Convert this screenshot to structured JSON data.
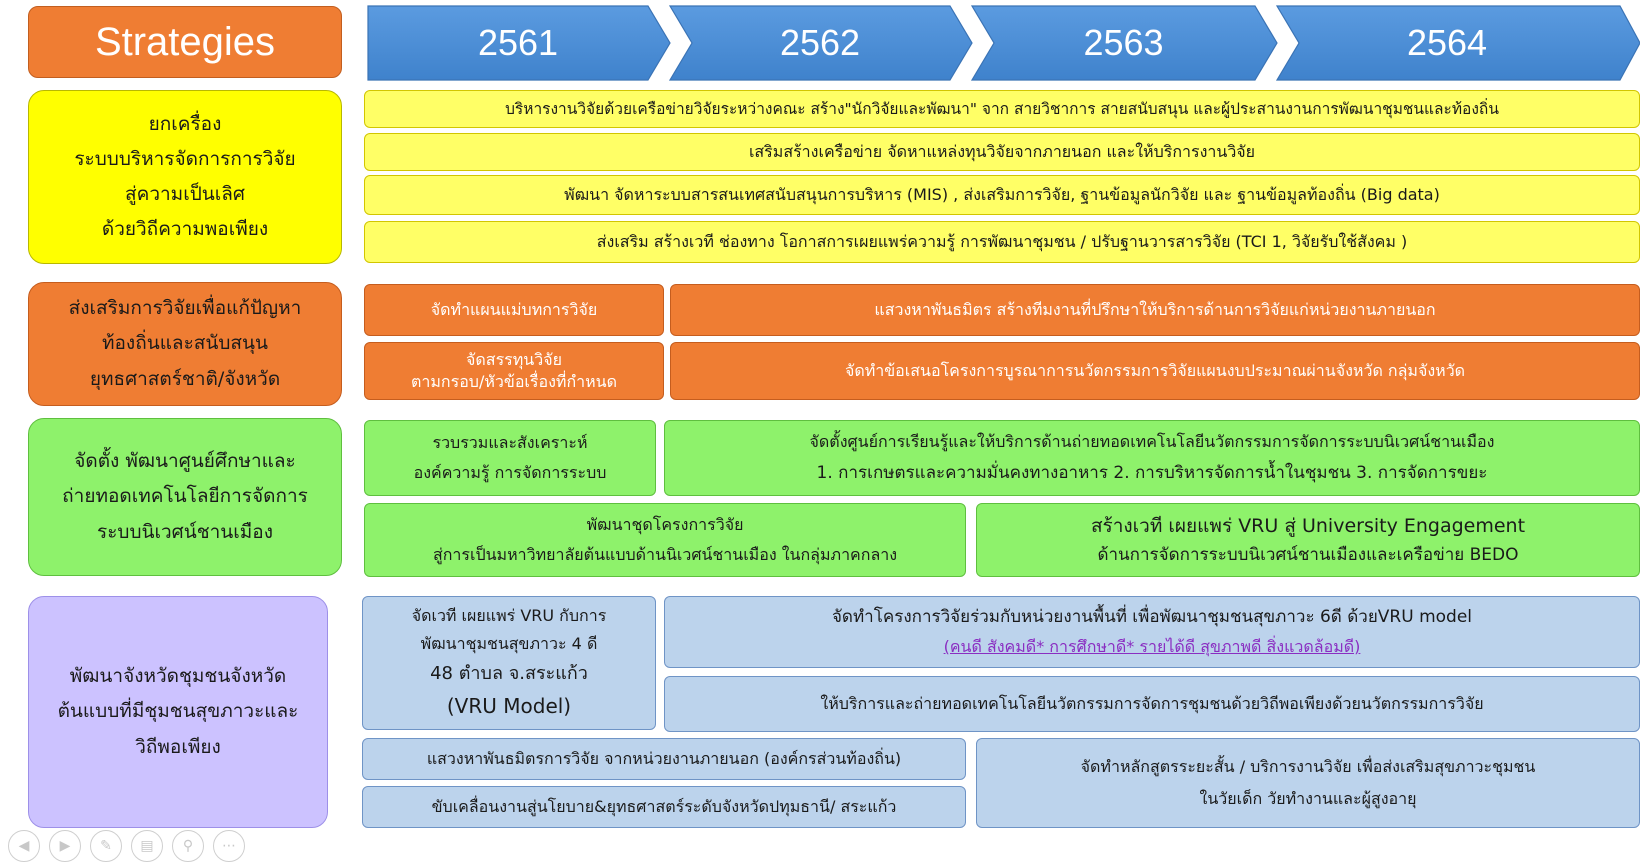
{
  "header": {
    "strategies_label": "Strategies",
    "years": [
      "2561",
      "2562",
      "2563",
      "2564"
    ],
    "arrow_color": "#4a8ed6",
    "header_color": "#ef7d33"
  },
  "row1": {
    "label_lines": [
      "ยกเครื่อง",
      "ระบบบริหารจัดการการวิจัย",
      "สู่ความเป็นเลิศ",
      "ด้วยวิถีความพอเพียง"
    ],
    "items": [
      "บริหารงานวิจัยด้วยเครือข่ายวิจัยระหว่างคณะ สร้าง\"นักวิจัยและพัฒนา\" จาก สายวิชาการ สายสนับสนุน และผู้ประสานงานการพัฒนาชุมชนและท้องถิ่น",
      "เสริมสร้างเครือข่าย จัดหาแหล่งทุนวิจัยจากภายนอก และให้บริการงานวิจัย",
      "พัฒนา จัดหาระบบสารสนเทศสนับสนุนการบริหาร (MIS) , ส่งเสริมการวิจัย, ฐานข้อมูลนักวิจัย และ ฐานข้อมูลท้องถิ่น (Big data)",
      "ส่งเสริม สร้างเวที ช่องทาง โอกาสการเผยแพร่ความรู้ การพัฒนาชุมชน / ปรับฐานวารสารวิจัย (TCI 1, วิจัยรับใช้สังคม )"
    ]
  },
  "row2": {
    "label_lines": [
      "ส่งเสริมการวิจัยเพื่อแก้ปัญหา",
      "ท้องถิ่นและสนับสนุน",
      "ยุทธศาสตร์ชาติ/จังหวัด"
    ],
    "left_top": "จัดทำแผนแม่บทการวิจัย",
    "left_bottom_lines": [
      "จัดสรรทุนวิจัย",
      "ตามกรอบ/หัวข้อเรื่องที่กำหนด"
    ],
    "right_top": "แสวงหาพันธมิตร สร้างทีมงานที่ปรึกษาให้บริการด้านการวิจัยแก่หน่วยงานภายนอก",
    "right_bottom": "จัดทำข้อเสนอโครงการบูรณาการนวัตกรรมการวิจัยแผนงบประมาณผ่านจังหวัด กลุ่มจังหวัด"
  },
  "row3": {
    "label_lines": [
      "จัดตั้ง พัฒนาศูนย์ศึกษาและ",
      "ถ่ายทอดเทคโนโลยีการจัดการ",
      "ระบบนิเวศน์ชานเมือง"
    ],
    "box_a_lines": [
      "รวบรวมและสังเคราะห์",
      "องค์ความรู้ การจัดการระบบ"
    ],
    "box_b_lines": [
      "จัดตั้งศูนย์การเรียนรู้และให้บริการด้านถ่ายทอดเทคโนโลยีนวัตกรรมการจัดการระบบนิเวศน์ชานเมือง",
      "1. การเกษตรและความมั่นคงทางอาหาร   2. การบริหารจัดการน้ำในชุมชน 3. การจัดการขยะ"
    ],
    "box_c_lines": [
      "พัฒนาชุดโครงการวิจัย",
      "สู่การเป็นมหาวิทยาลัยต้นแบบด้านนิเวศน์ชานเมือง ในกลุ่มภาคกลาง"
    ],
    "box_d_lines": [
      "สร้างเวที เผยแพร่ VRU สู่  University Engagement",
      "ด้านการจัดการระบบนิเวศน์ชานเมืองและเครือข่าย BEDO"
    ]
  },
  "row4": {
    "label_lines": [
      "พัฒนาจังหวัดชุมชนจังหวัด",
      "ต้นแบบที่มีชุมชนสุขภาวะและ",
      "วิถีพอเพียง"
    ],
    "box_a_lines": [
      "จัดเวที เผยแพร่ VRU กับการ",
      "พัฒนาชุมชนสุขภาวะ 4 ดี",
      "48 ตำบล จ.สระแก้ว",
      "(VRU Model)"
    ],
    "box_b_title": "จัดทำโครงการวิจัยร่วมกับหน่วยงานพื้นที่ เพื่อพัฒนาชุมชนสุขภาวะ 6ดี ด้วยVRU model",
    "box_b_sub": "(คนดี สังคมดี* การศึกษาดี* รายได้ดี สุขภาพดี สิ่งแวดล้อมดี)",
    "box_c": "ให้บริการและถ่ายทอดเทคโนโลยีนวัตกรรมการจัดการชุมชนด้วยวิถีพอเพียงด้วยนวัตกรรมการวิจัย",
    "box_d": "แสวงหาพันธมิตรการวิจัย จากหน่วยงานภายนอก (องค์กรส่วนท้องถิ่น)",
    "box_e": "ขับเคลื่อนงานสู่นโยบาย&ยุทธศาสตร์ระดับจังหวัดปทุมธานี/ สระแก้ว",
    "box_f_lines": [
      "จัดทำหลักสูตรระยะสั้น / บริการงานวิจัย เพื่อส่งเสริมสุขภาวะชุมชน",
      "ในวัยเด็ก วัยทำงานและผู้สูงอายุ"
    ]
  },
  "nav_icons": [
    "prev-icon",
    "next-icon",
    "pen-icon",
    "slides-icon",
    "zoom-icon",
    "more-icon"
  ]
}
